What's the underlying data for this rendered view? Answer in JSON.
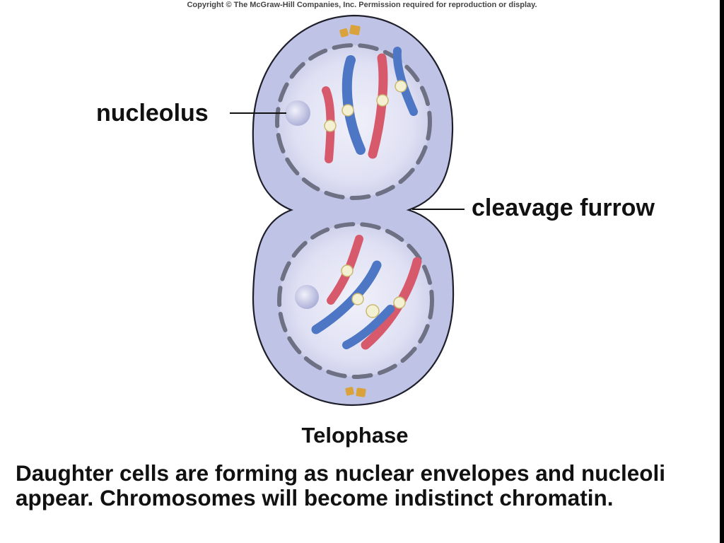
{
  "copyright": "Copyright © The McGraw-Hill Companies, Inc. Permission required for reproduction or display.",
  "labels": {
    "nucleolus": "nucleolus",
    "cleavage_furrow": "cleavage furrow"
  },
  "stage_title": "Telophase",
  "caption": "Daughter cells are forming as nuclear envelopes and nucleoli appear. Chromosomes will become indistinct chromatin.",
  "colors": {
    "cell_fill": "#bfc3e6",
    "nucleus_fill": "#e8e9f8",
    "envelope": "#6e7183",
    "chromosome_red": "#d65a6c",
    "chromosome_blue": "#4d76c4",
    "centriole": "#d9a23a"
  }
}
